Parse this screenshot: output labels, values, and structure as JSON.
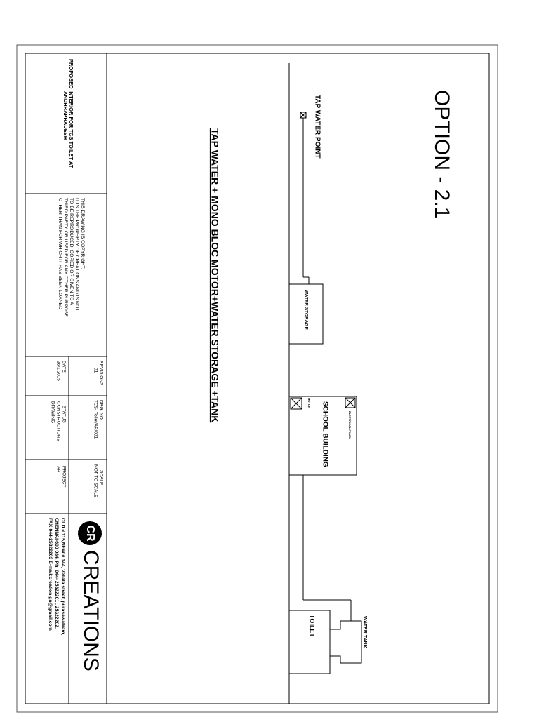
{
  "option_title": "OPTION - 2.1",
  "subtitle": "TAP WATER + MONO BLOC MOTOR+WATER STORAGE +TANK",
  "labels": {
    "tap_water_point": "TAP WATER POINT",
    "water_storage": "WATER STORAGE",
    "school_building": "SCHOOL BUILDING",
    "motor": "MOTOR",
    "electrical_panel": "ELECTRICAL PANEL",
    "water_tank": "WATER TANK",
    "toilet": "TOILET"
  },
  "title_block": {
    "project_name_lines": [
      "PROPOSED INTERIOR FOR TCS TOILET AT",
      "ANDHRAPRADESH"
    ],
    "copyright_lines": [
      "THIS DRAWING IS COPYRIGHT.",
      "IT IS THE PROPERTY OF CREATIONS AND IS NOT",
      "TO BE REPRODUCED, COPIED OR GIVEN TO A",
      "THIRD PARTY OR USED FOR ANY OTHER PURPOSE",
      "OTHER THAN FOR WHICH IT HAS BEEN LOANED"
    ],
    "revisions_label": "REVISIONS",
    "revisions_value": "01",
    "date_label": "DATE",
    "date_value": "26/1/2015",
    "drg_no_label": "DRG. NO.",
    "drg_no_value": "TCS- Toilet/AP/001",
    "status_label": "STATUS",
    "status_value_1": "CONSTRUCTIONS",
    "status_value_2": "DRAWING",
    "scale_label": "SCALE",
    "scale_value": "NOT TO SCALE",
    "project_label": "PROJECT",
    "project_value": "AP",
    "company_name": "CREATIONS",
    "logo_letters": "CR",
    "address_lines": [
      "OLD # 115,NEW # 144, Vellala street, purasawalkam,",
      "CHENNAI-600 084, Ph: 044- 25322201 , 25322202.",
      "FAX:044-25322203 E-mail:creation.gn@gmail.com"
    ]
  }
}
